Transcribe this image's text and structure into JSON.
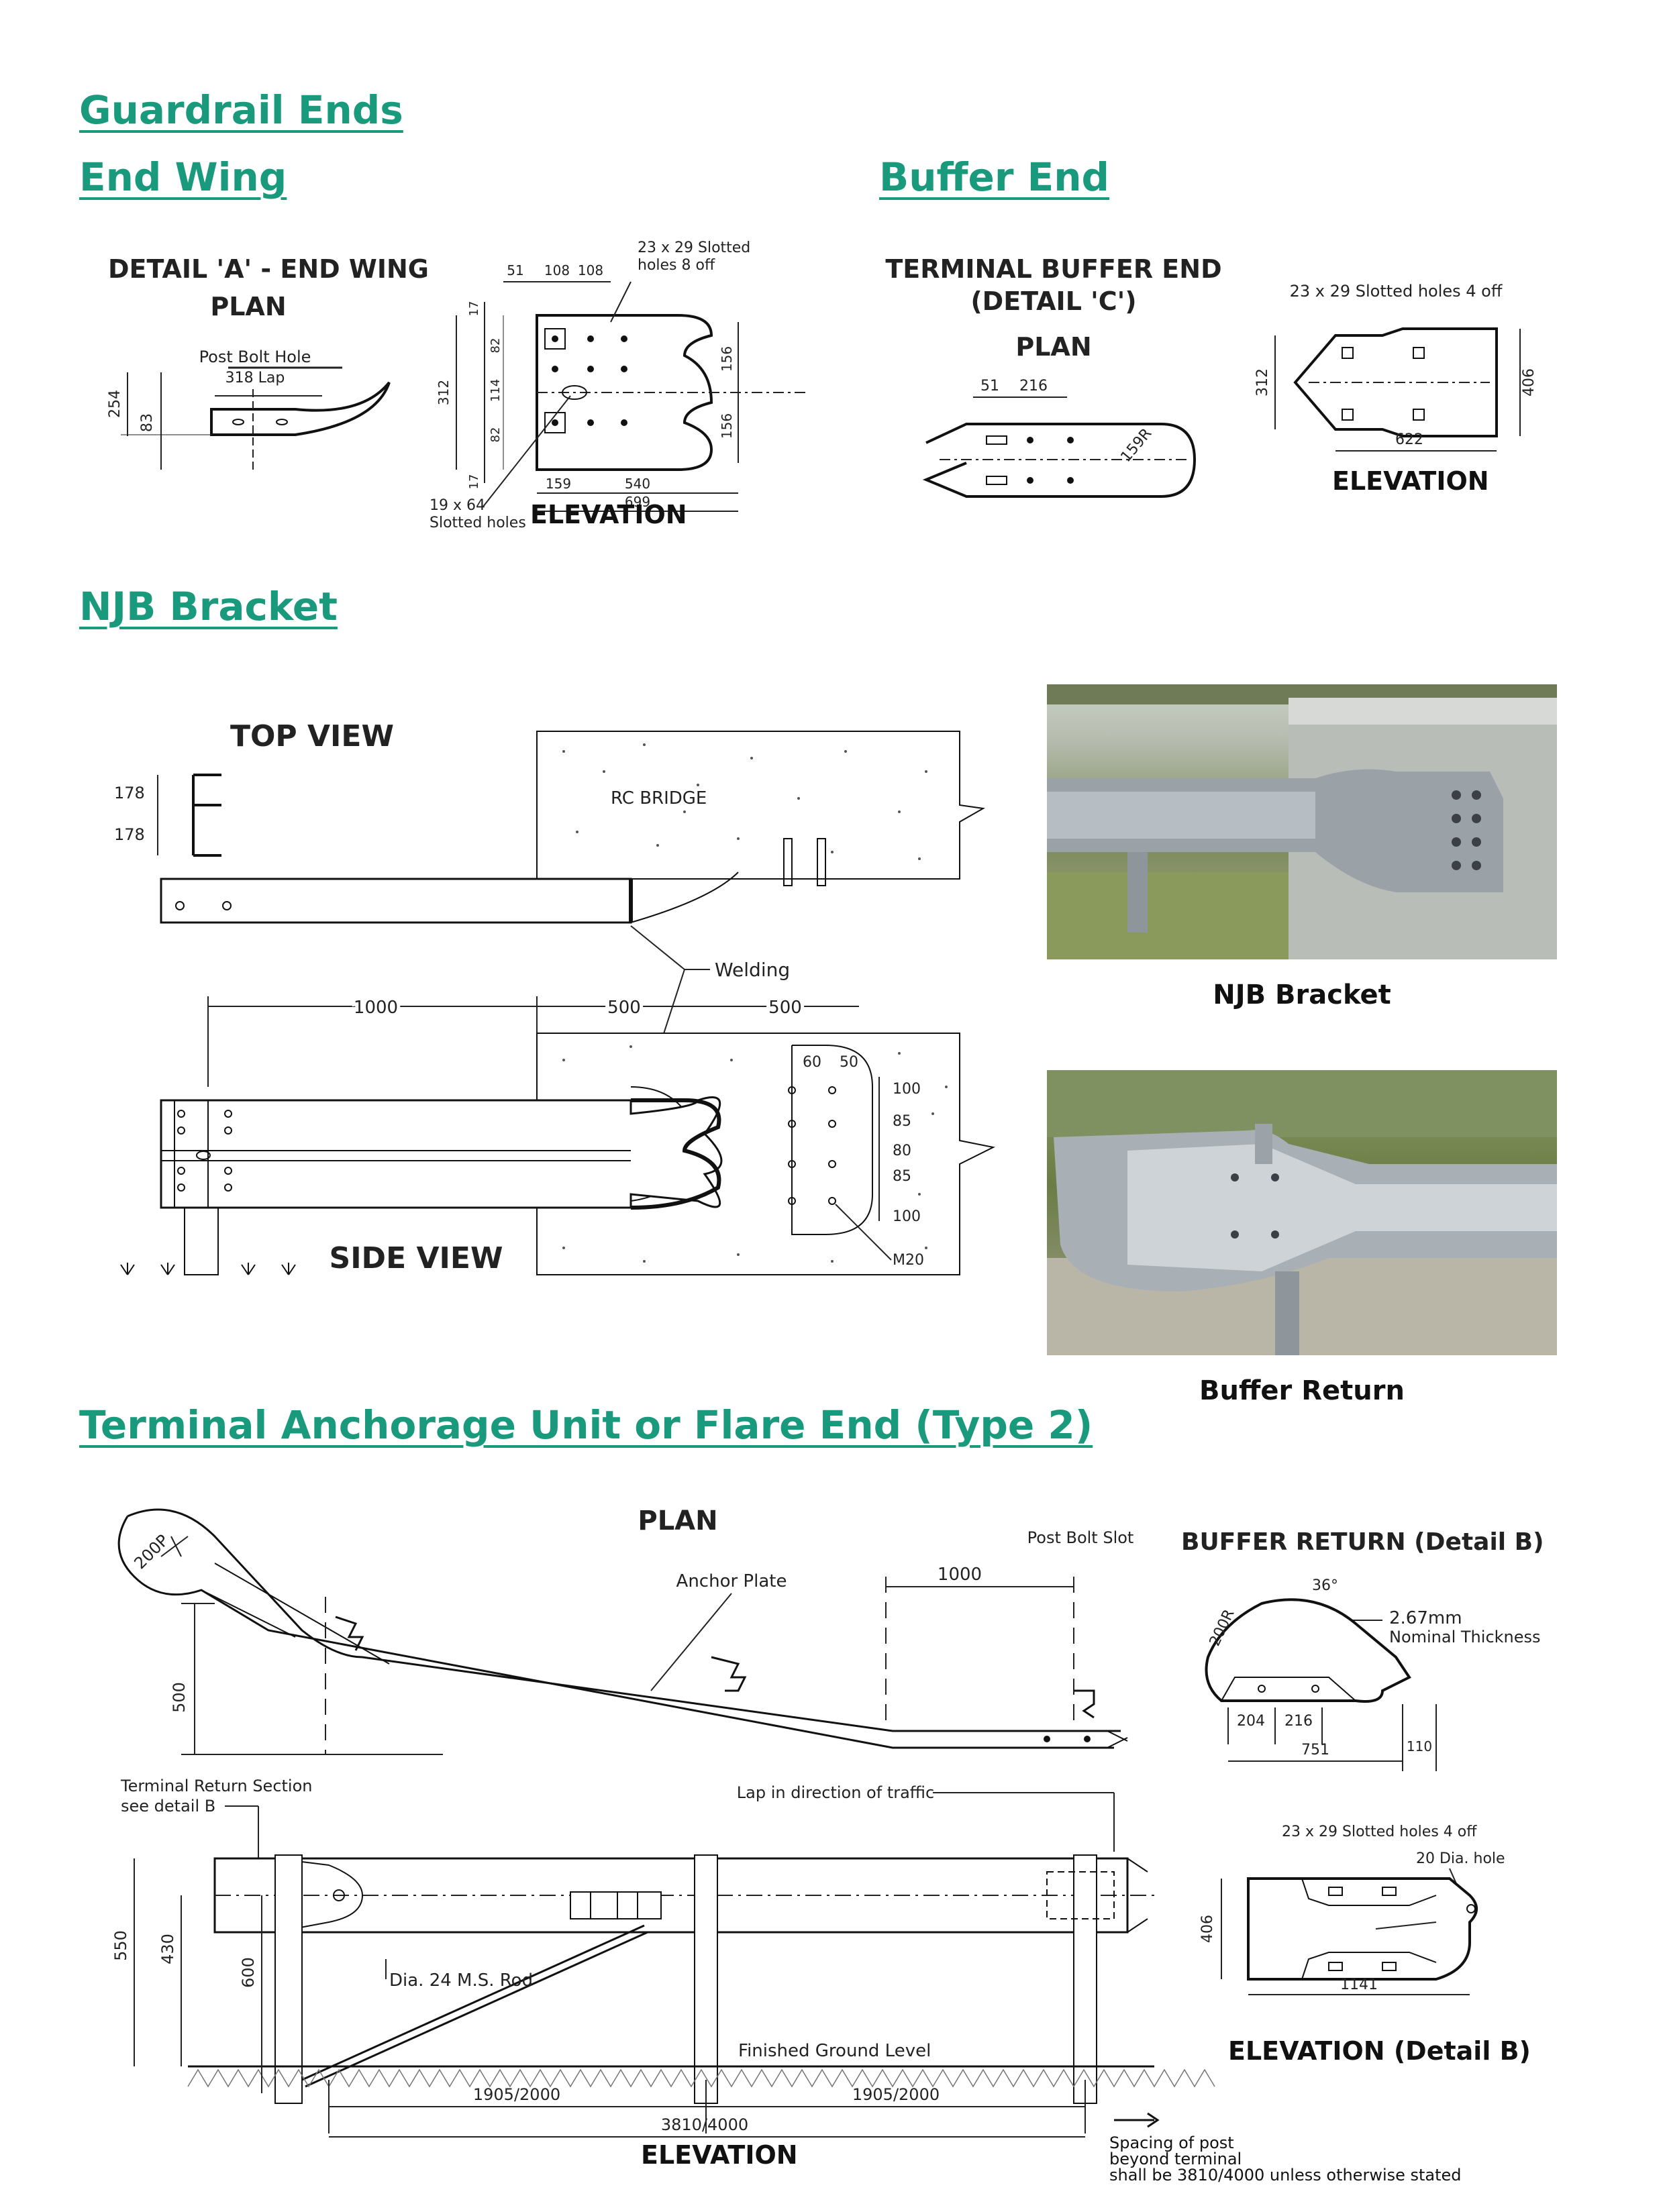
{
  "headings": {
    "guardrail_ends": "Guardrail Ends",
    "end_wing": "End Wing",
    "buffer_end": "Buffer End",
    "njb_bracket": "NJB Bracket",
    "terminal": "Terminal Anchorage Unit or Flare End (Type 2)"
  },
  "end_wing": {
    "detail_title_1": "DETAIL 'A' - END WING",
    "detail_title_2": "PLAN",
    "post_bolt_hole": "Post Bolt Hole",
    "lap": "318 Lap",
    "dim_254": "254",
    "dim_83": "83",
    "slotted_1": "23 x 29 Slotted",
    "slotted_2": "holes 8 off",
    "dim_51": "51",
    "dim_108a": "108",
    "dim_108b": "108",
    "dim_17a": "17",
    "dim_82a": "82",
    "dim_114": "114",
    "dim_82b": "82",
    "dim_17b": "17",
    "dim_312": "312",
    "dim_156a": "156",
    "dim_156b": "156",
    "dim_159": "159",
    "dim_540": "540",
    "dim_699": "699",
    "slot19_1": "19 x 64",
    "slot19_2": "Slotted holes",
    "elevation": "ELEVATION"
  },
  "buffer_end": {
    "title_1": "TERMINAL BUFFER END",
    "title_2": "(DETAIL 'C')",
    "plan": "PLAN",
    "dim_51": "51",
    "dim_216": "216",
    "radius": "159R",
    "slotted": "23 x 29 Slotted holes 4 off",
    "dim_312": "312",
    "dim_406": "406",
    "dim_622": "622",
    "elevation": "ELEVATION"
  },
  "njb": {
    "top_view": "TOP VIEW",
    "side_view": "SIDE VIEW",
    "rc_bridge": "RC BRIDGE",
    "dim_178a": "178",
    "dim_178b": "178",
    "welding": "Welding",
    "dim_1000": "1000",
    "dim_500a": "500",
    "dim_500b": "500",
    "dim_60": "60",
    "dim_50": "50",
    "dim_100a": "100",
    "dim_85a": "85",
    "dim_80": "80",
    "dim_85b": "85",
    "dim_100b": "100",
    "m20": "M20",
    "photo1_caption": "NJB Bracket",
    "photo2_caption": "Buffer Return"
  },
  "terminal": {
    "plan": "PLAN",
    "post_bolt_slot": "Post Bolt Slot",
    "anchor_plate": "Anchor Plate",
    "dim_1000": "1000",
    "dim_500": "500",
    "radius_200p": "200P",
    "return_section_1": "Terminal Return Section",
    "return_section_2": "see detail B",
    "lap_direction": "Lap in direction of traffic",
    "dim_550": "550",
    "dim_430": "430",
    "dim_600": "600",
    "rod": "Dia. 24 M.S. Rod",
    "ground": "Finished Ground Level",
    "dim_1905a": "1905/2000",
    "dim_1905b": "1905/2000",
    "dim_3810": "3810/4000",
    "elevation": "ELEVATION",
    "spacing_1": "Spacing of post",
    "spacing_2": "beyond terminal",
    "spacing_3": "shall be 3810/4000 unless otherwise stated"
  },
  "buffer_return": {
    "title": "BUFFER RETURN (Detail B)",
    "angle": "36°",
    "thickness_1": "2.67mm",
    "thickness_2": "Nominal Thickness",
    "radius": "200R",
    "dim_204": "204",
    "dim_216": "216",
    "dim_751": "751",
    "dim_110": "110",
    "slotted": "23 x 29 Slotted holes 4 off",
    "hole": "20 Dia. hole",
    "dim_406": "406",
    "dim_1141": "1141",
    "elevation": "ELEVATION (Detail B)"
  },
  "colors": {
    "heading": "#1a9a7c"
  }
}
